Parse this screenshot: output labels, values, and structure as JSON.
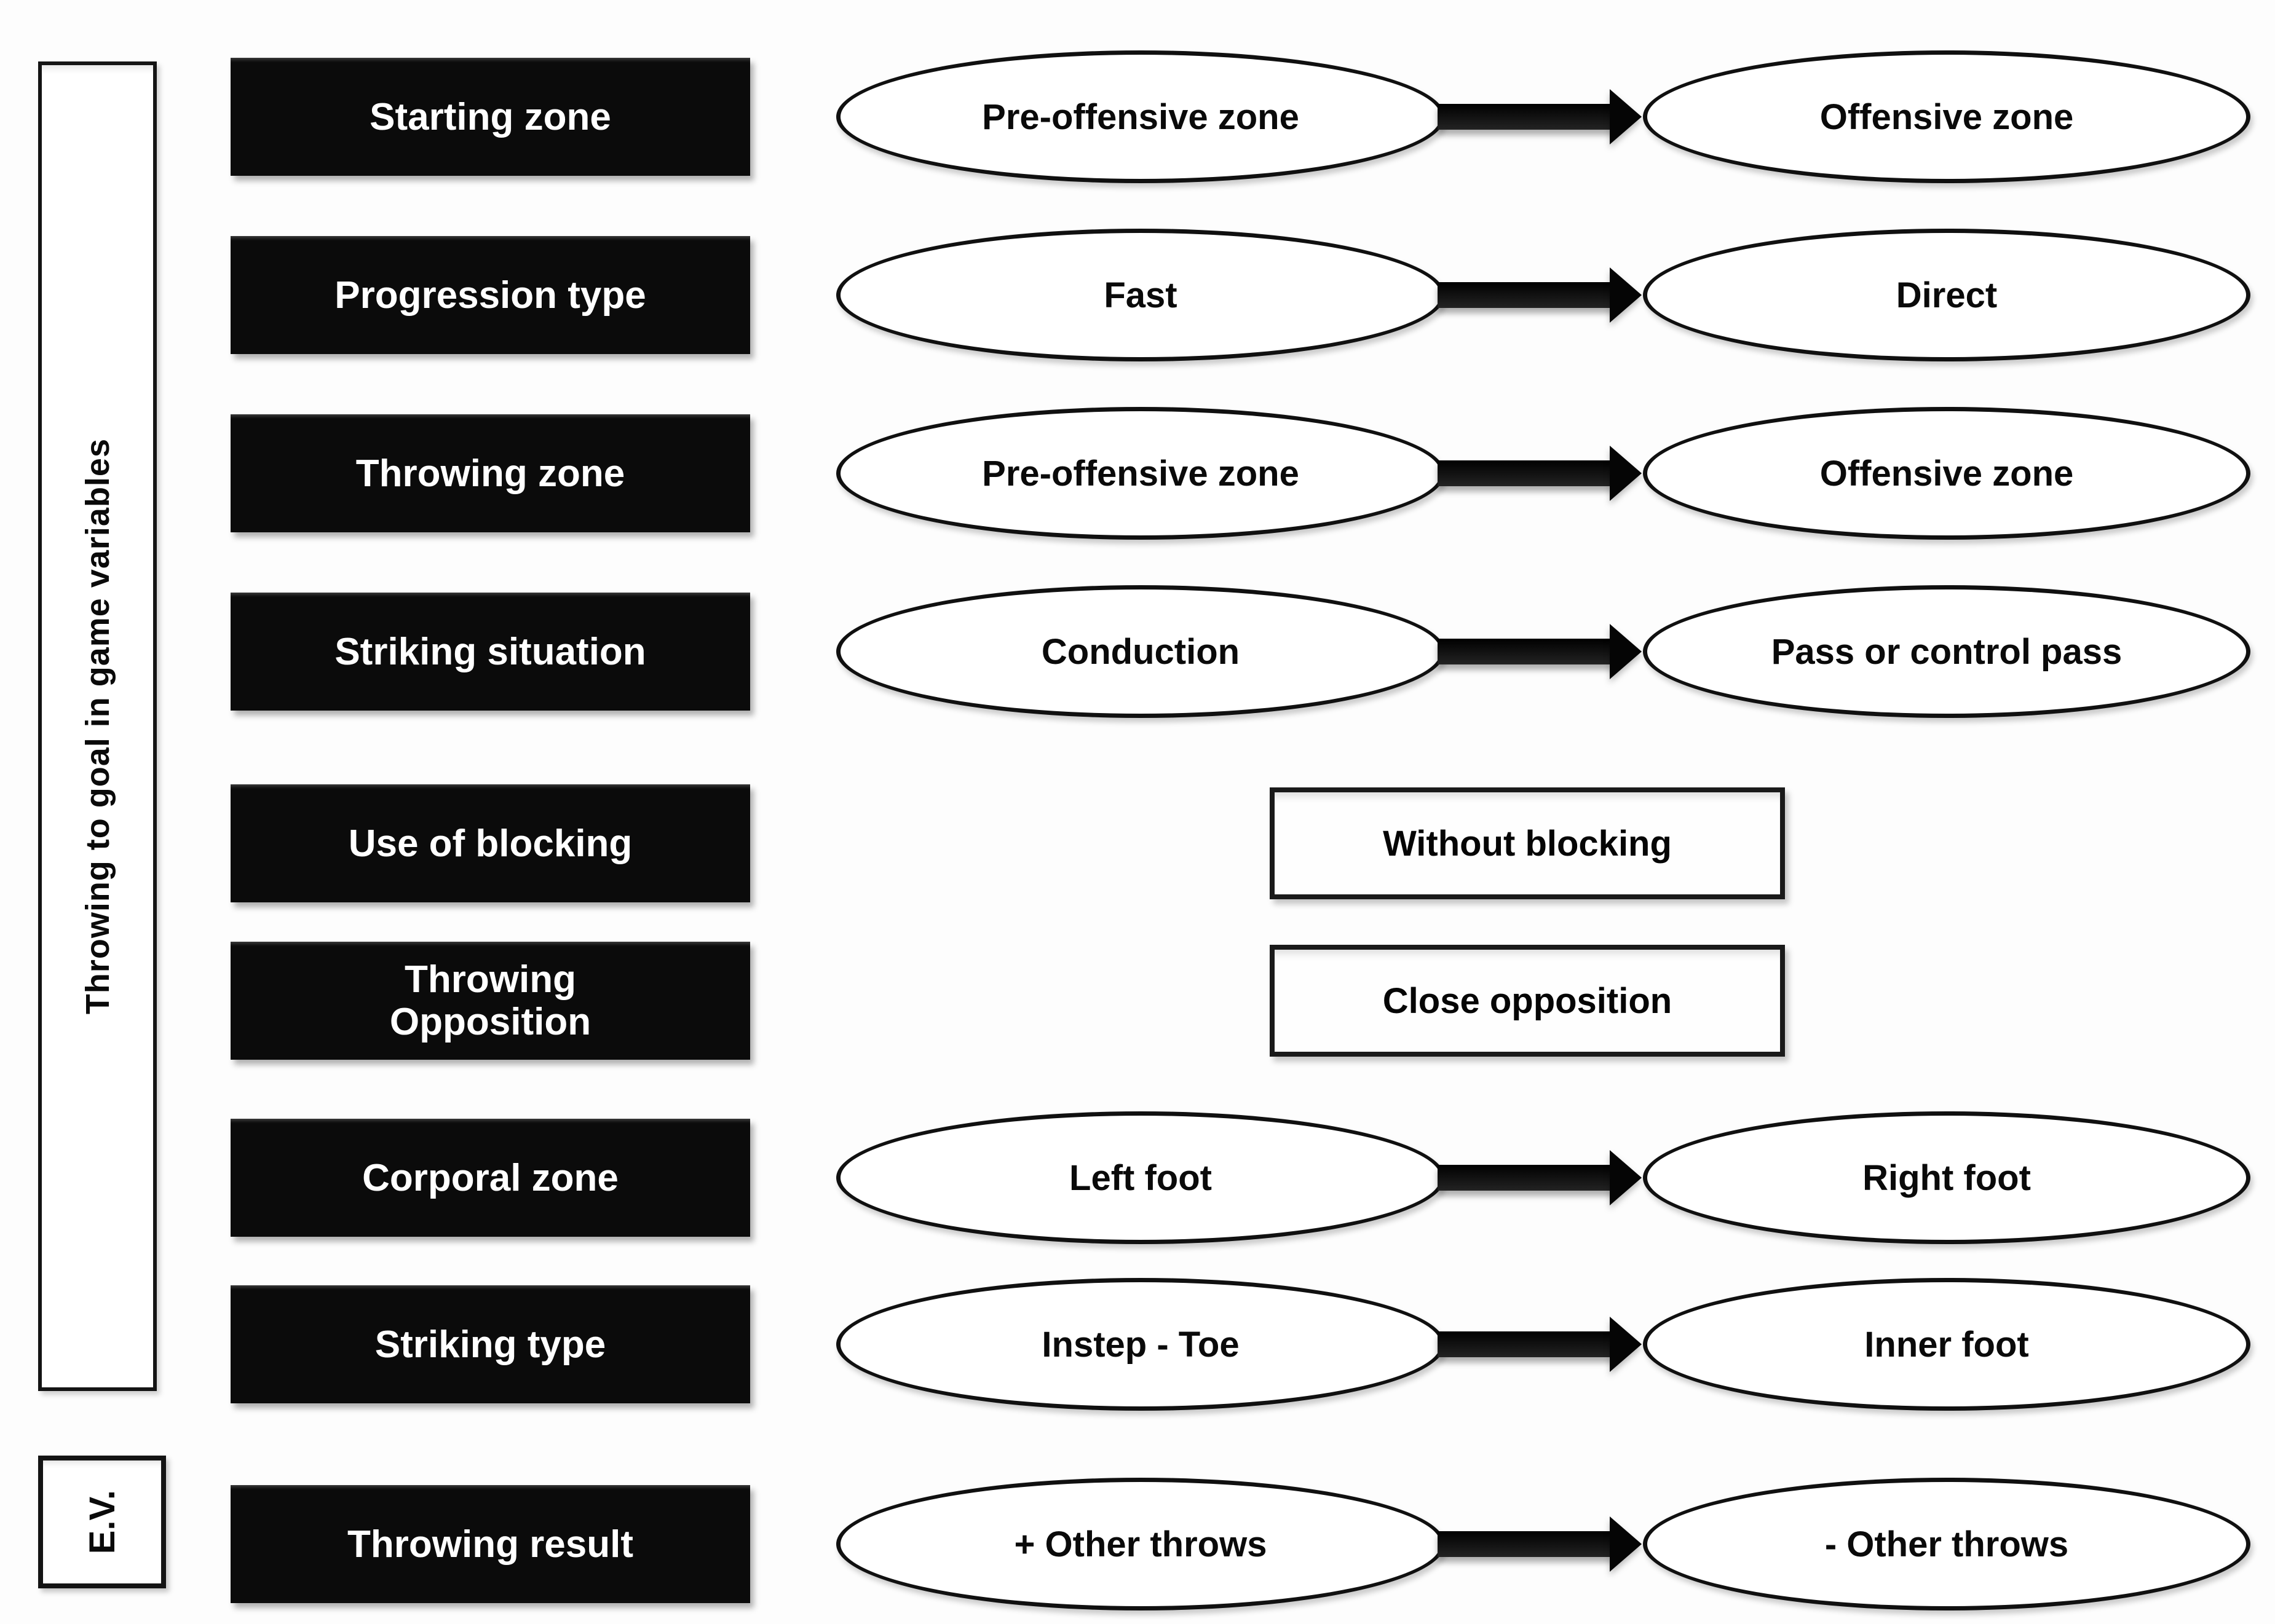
{
  "figure": {
    "side_label": "Throwing to goal in game variables",
    "ev_label": "E.V.",
    "rows": [
      {
        "label": "Starting zone",
        "type": "transition",
        "from": "Pre-offensive zone",
        "to": "Offensive zone"
      },
      {
        "label": "Progression type",
        "type": "transition",
        "from": "Fast",
        "to": "Direct"
      },
      {
        "label": "Throwing zone",
        "type": "transition",
        "from": "Pre-offensive zone",
        "to": "Offensive zone"
      },
      {
        "label": "Striking situation",
        "type": "transition",
        "from": "Conduction",
        "to": "Pass or control pass"
      },
      {
        "label": "Use of blocking",
        "type": "single",
        "value": "Without blocking"
      },
      {
        "label": "Throwing Opposition",
        "type": "single",
        "value": "Close opposition"
      },
      {
        "label": "Corporal zone",
        "type": "transition",
        "from": "Left foot",
        "to": "Right foot"
      },
      {
        "label": "Striking type",
        "type": "transition",
        "from": "Instep - Toe",
        "to": "Inner foot"
      },
      {
        "label": "Throwing result",
        "type": "transition",
        "from": "+ Other throws",
        "to": "- Other throws"
      }
    ],
    "colors": {
      "background": "#fdfdfd",
      "variable_box_bg": "#0b0b0b",
      "variable_box_text": "#ffffff",
      "shape_border": "#101010",
      "arrow": "#050505"
    }
  }
}
